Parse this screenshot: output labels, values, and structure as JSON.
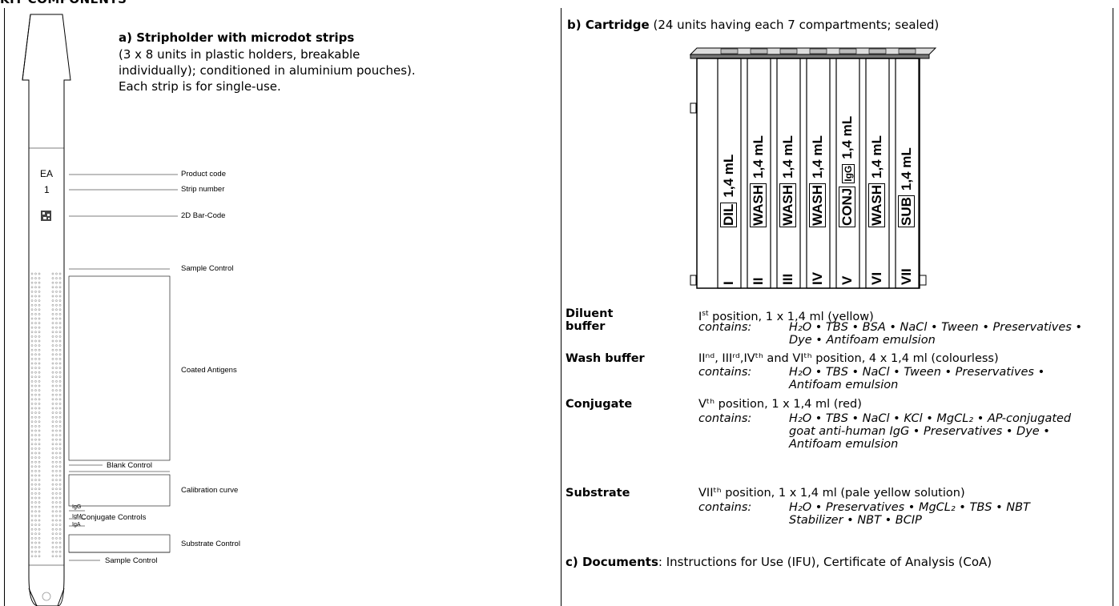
{
  "page_title": "KIT COMPONENTS",
  "section_a": {
    "title": "a) Stripholder with microdot strips",
    "body": "(3 x 8 units in plastic holders, breakable individually); conditioned in aluminium pouches). Each strip is for single-use.",
    "strip_code": "EA",
    "strip_number": "1",
    "labels": {
      "product_code": "Product code",
      "strip_number": "Strip number",
      "barcode": "2D Bar-Code",
      "sample_control_top": "Sample Control",
      "coated_antigens": "Coated Antigens",
      "blank_control": "Blank Control",
      "calibration_curve": "Calibration curve",
      "igg": "IgG",
      "igm": "IgM",
      "iga": "IgA",
      "conjugate_controls": "Conjugate Controls",
      "substrate_control": "Substrate Control",
      "sample_control_bottom": "Sample Control"
    }
  },
  "section_b": {
    "title_bold": "b) Cartridge",
    "title_rest": " (24 units having each 7 compartments; sealed)",
    "compartments": [
      {
        "roman": "I",
        "code": "DIL",
        "extra": "",
        "volume": "1,4 mL"
      },
      {
        "roman": "II",
        "code": "WASH",
        "extra": "",
        "volume": "1,4 mL"
      },
      {
        "roman": "III",
        "code": "WASH",
        "extra": "",
        "volume": "1,4 mL"
      },
      {
        "roman": "IV",
        "code": "WASH",
        "extra": "",
        "volume": "1,4 mL"
      },
      {
        "roman": "V",
        "code": "CONJ",
        "extra": "IgG",
        "volume": "1,4 mL"
      },
      {
        "roman": "VI",
        "code": "WASH",
        "extra": "",
        "volume": "1,4 mL"
      },
      {
        "roman": "VII",
        "code": "SUB",
        "extra": "",
        "volume": "1,4 mL"
      }
    ]
  },
  "components": {
    "diluent": {
      "name_line1": "Diluent",
      "name_line2": "buffer",
      "pos_pre": "I",
      "pos_sup": "st",
      "pos_post": " position, 1 x 1,4 ml (yellow)",
      "contains_label": "contains:",
      "contents": "H₂O • TBS • BSA • NaCl • Tween • Preservatives • Dye • Antifoam emulsion"
    },
    "wash": {
      "name": "Wash buffer",
      "pos": "IIⁿᵈ, IIIʳᵈ,IVᵗʰ and VIᵗʰ position, 4 x 1,4 ml (colourless)",
      "contains_label": "contains:",
      "contents": "H₂O • TBS • NaCl • Tween •  Preservatives • Antifoam emulsion"
    },
    "conjugate": {
      "name": "Conjugate",
      "pos": "Vᵗʰ position, 1 x 1,4 ml (red)",
      "contains_label": "contains:",
      "contents": "H₂O •  TBS • NaCl • KCl • MgCL₂ •  AP-conjugated goat anti-human IgG • Preservatives • Dye • Antifoam emulsion"
    },
    "substrate": {
      "name": "Substrate",
      "pos": "VIIᵗʰ position, 1 x 1,4 ml (pale yellow solution)",
      "contains_label": "contains:",
      "contents": "H₂O • Preservatives • MgCL₂ • TBS • NBT Stabilizer • NBT • BCIP"
    }
  },
  "section_c": {
    "title": "c) Documents",
    "body": ": Instructions for Use (IFU), Certificate of Analysis (CoA)"
  }
}
